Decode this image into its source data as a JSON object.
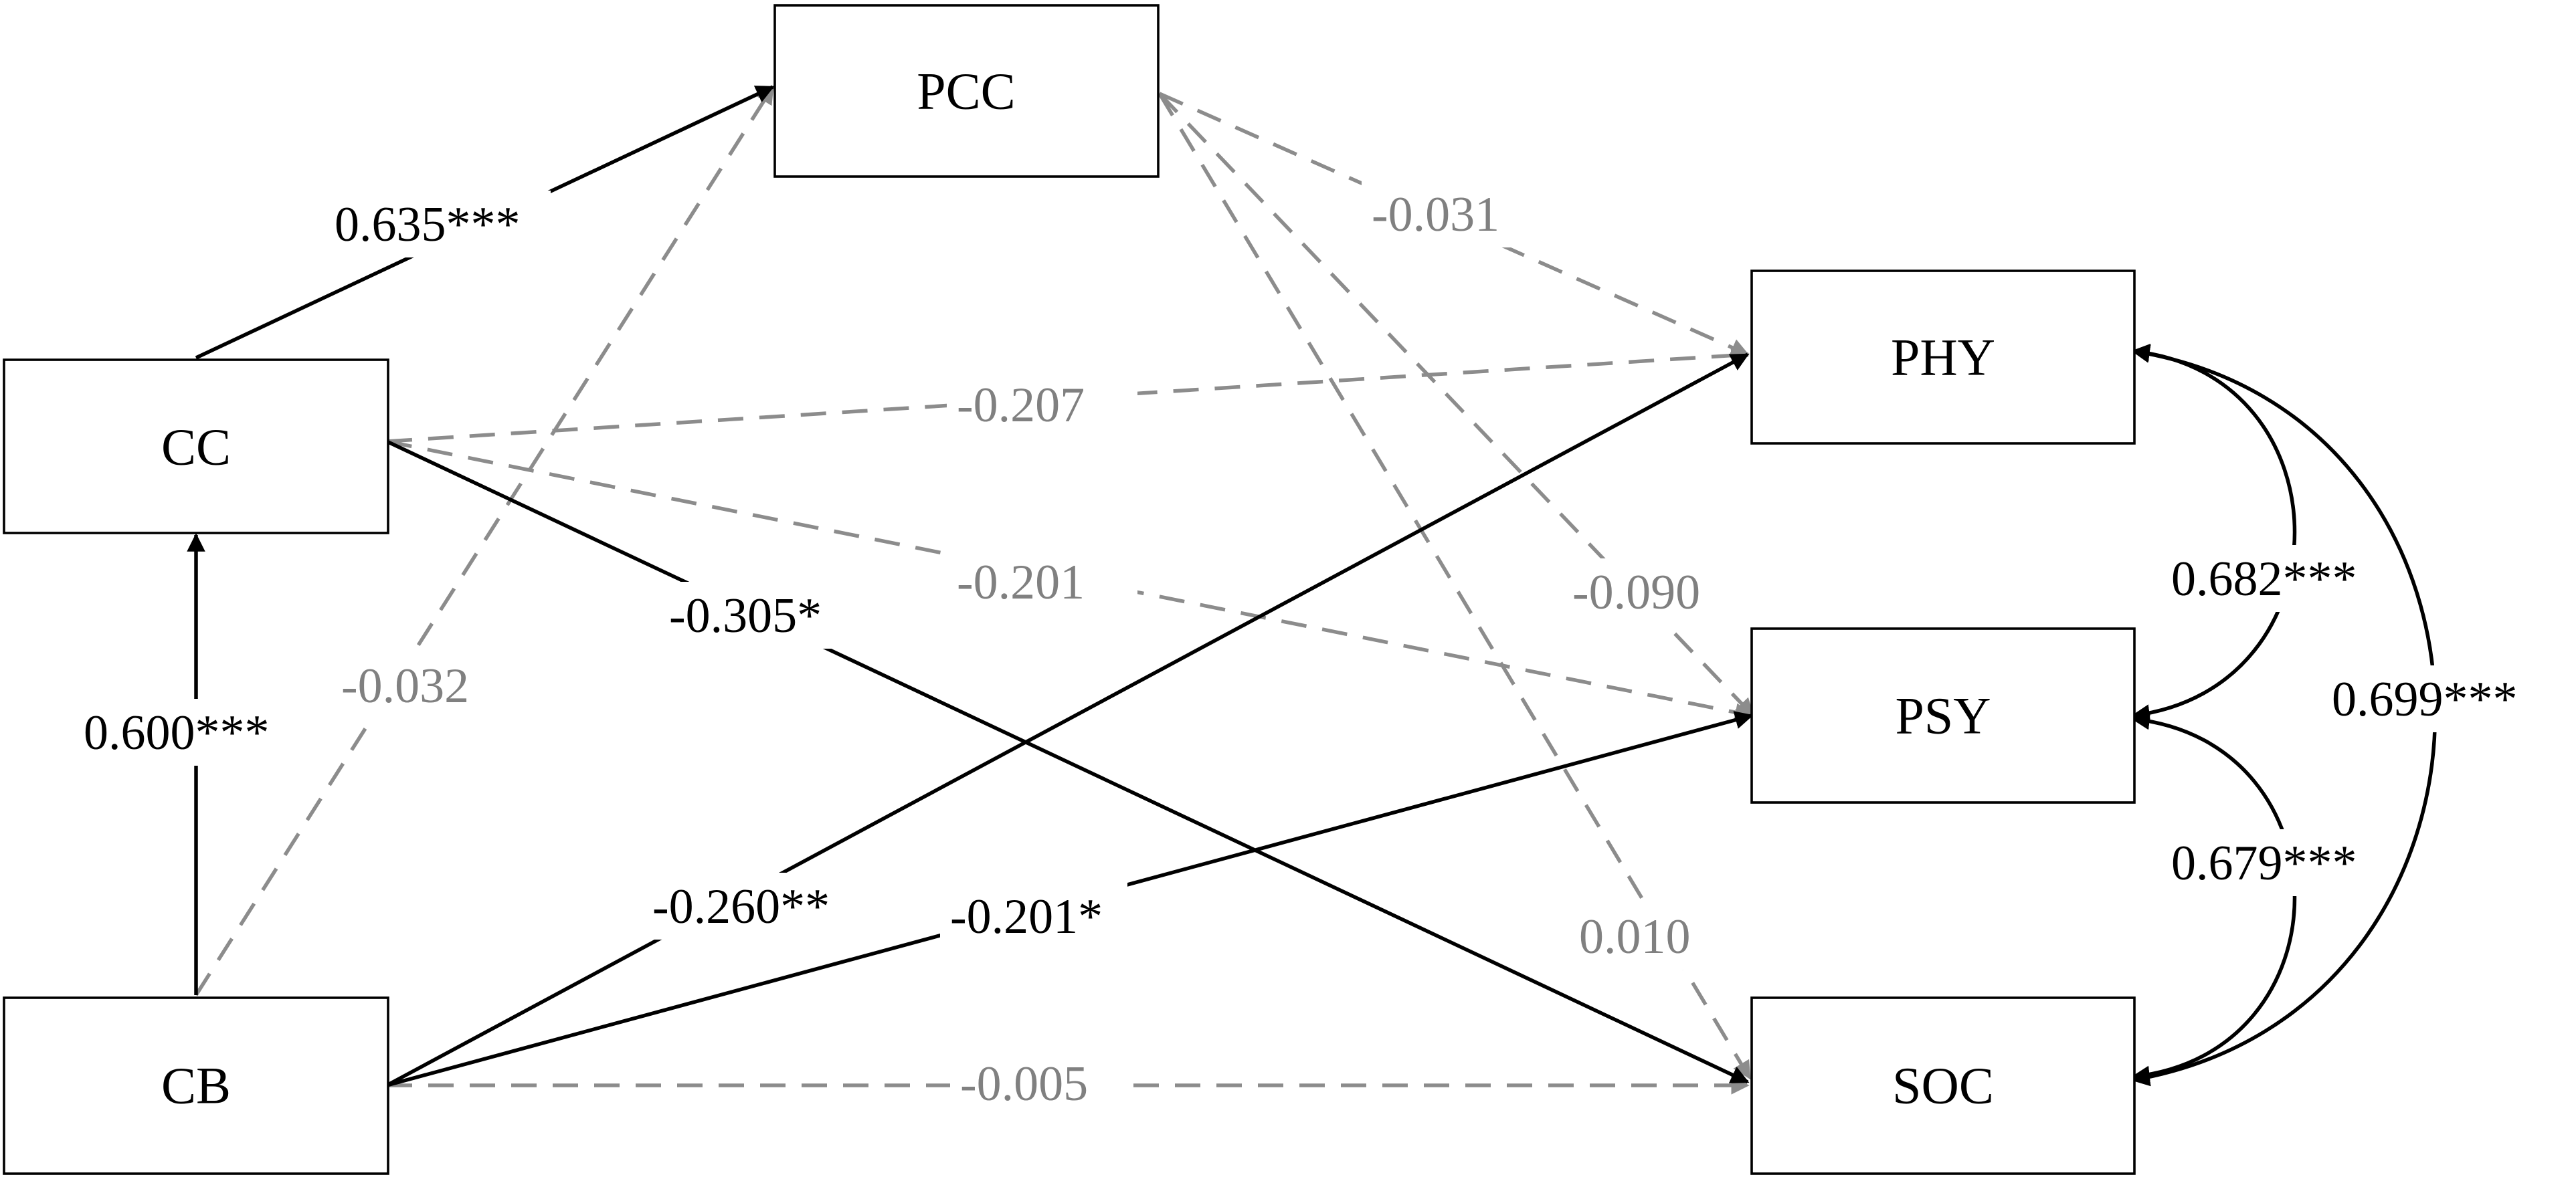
{
  "nodes": {
    "pcc": "PCC",
    "cc": "CC",
    "cb": "CB",
    "phy": "PHY",
    "psy": "PSY",
    "soc": "SOC"
  },
  "paths": {
    "cc_pcc": "0.635***",
    "cb_cc": "0.600***",
    "cb_pcc": "-0.032",
    "pcc_phy": "-0.031",
    "pcc_psy": "-0.090",
    "pcc_soc": "0.010",
    "cc_phy": "-0.207",
    "cc_psy": "-0.201",
    "cc_soc": "-0.305*",
    "cb_phy": "-0.260**",
    "cb_psy": "-0.201*",
    "cb_soc": "-0.005"
  },
  "covariances": {
    "phy_psy": "0.682***",
    "psy_soc": "0.679***",
    "phy_soc": "0.699***"
  },
  "colors": {
    "significant": "#000000",
    "non_significant": "#808080"
  }
}
